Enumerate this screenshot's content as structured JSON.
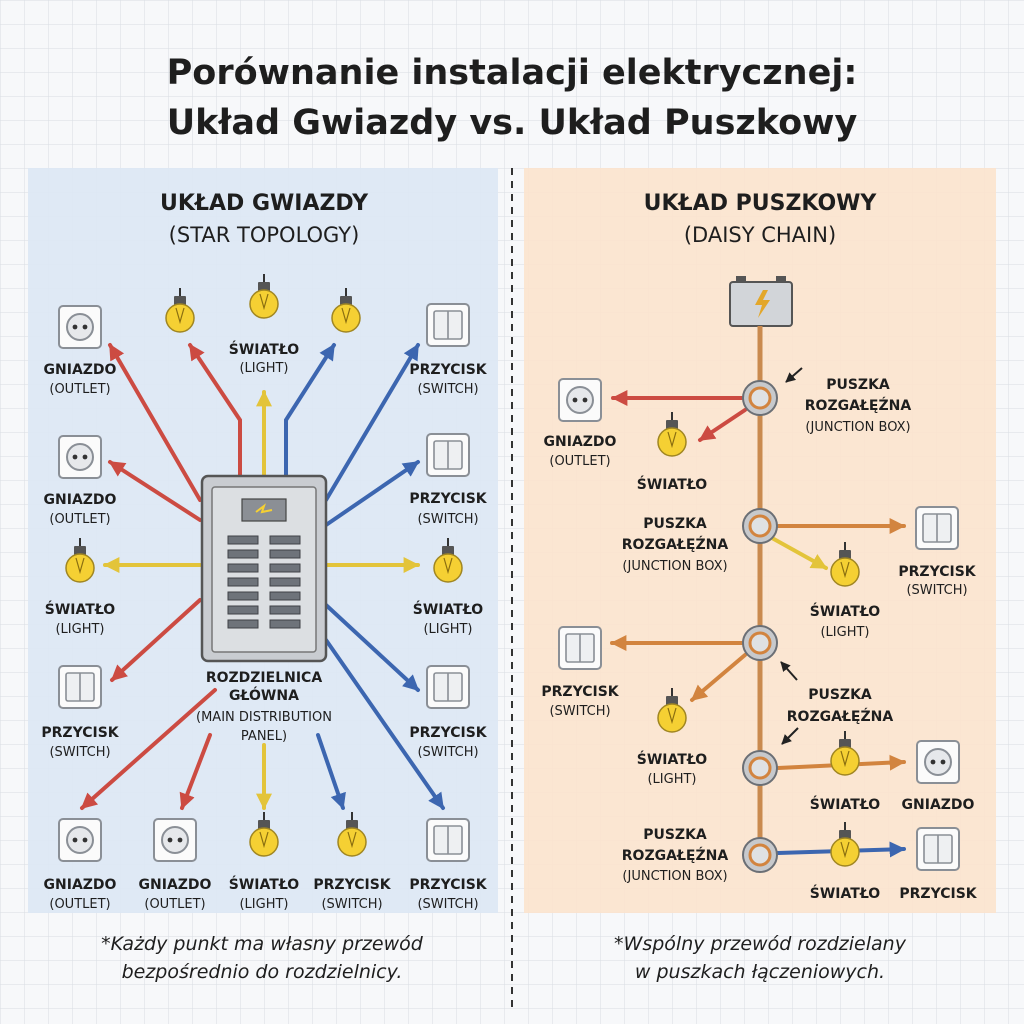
{
  "title": {
    "line1": "Porównanie instalacji elektrycznej:",
    "line2": "Układ Gwiazdy vs. Układ Puszkowy"
  },
  "star": {
    "heading": "UKŁAD GWIAZDY",
    "subheading": "(STAR TOPOLOGY)",
    "panel": {
      "l1": "ROZDZIELNICA",
      "l2": "GŁÓWNA",
      "l3": "(MAIN DISTRIBUTION",
      "l4": "PANEL)"
    },
    "footnote": {
      "l1": "*Każdy punkt ma własny przewód",
      "l2": "bezpośrednio do rozdzielnicy."
    }
  },
  "chain": {
    "heading": "UKŁAD PUSZKOWY",
    "subheading": "(DAISY CHAIN)",
    "footnote": {
      "l1": "*Wspólny przewód rozdzielany",
      "l2": "w puszkach łączeniowych."
    }
  },
  "labels": {
    "outlet": "GNIAZDO",
    "outlet_en": "(OUTLET)",
    "light": "ŚWIATŁO",
    "light_en": "(LIGHT)",
    "switch": "PRZYCISK",
    "switch_en": "(SWITCH)",
    "jb1": "PUSZKA",
    "jb2": "ROZGAŁĘŹNA",
    "jb_en": "(JUNCTION BOX)"
  },
  "colors": {
    "star_bg": "#dce7f4",
    "chain_bg": "#fbe3cd",
    "red_wire": "#cc4b42",
    "yellow_wire": "#e3c43a",
    "blue_wire": "#3c66b0",
    "orange_wire": "#d2843f",
    "bulb": "#f5d033"
  },
  "icons": [
    "outlet-icon",
    "light-bulb-icon",
    "switch-icon",
    "battery-icon",
    "junction-box-icon",
    "distribution-panel-icon"
  ]
}
